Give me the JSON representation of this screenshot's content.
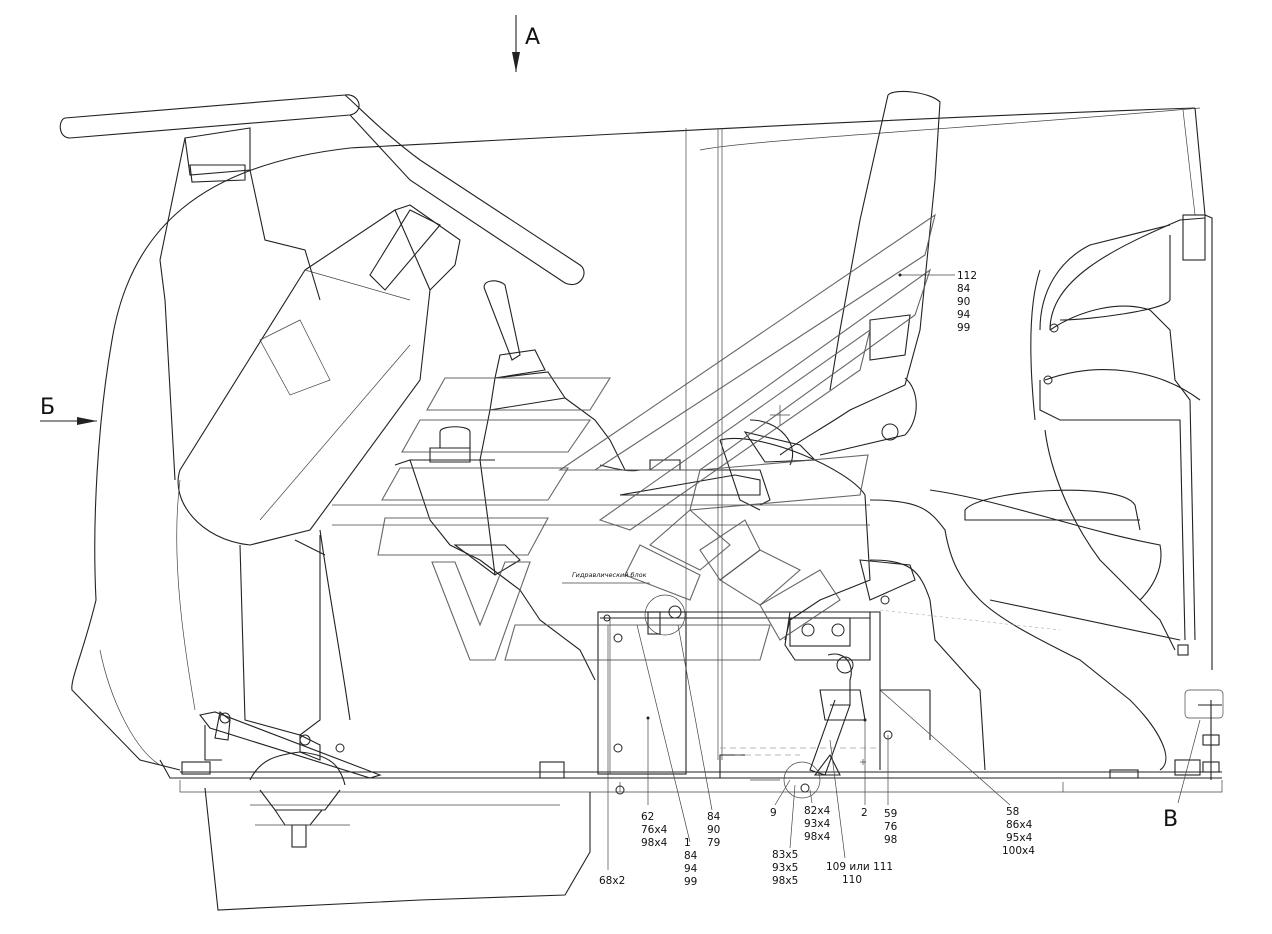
{
  "view_labels": {
    "a": "А",
    "b": "Б",
    "v": "В"
  },
  "annotations": {
    "hydro_block": "Гидравлический блок"
  },
  "callouts": {
    "c112": [
      "112",
      "84",
      "90",
      "94",
      "99"
    ],
    "c62": [
      "62",
      "76x4",
      "98x4"
    ],
    "c68": [
      "68x2"
    ],
    "c1": [
      "1",
      "84",
      "94",
      "99"
    ],
    "c84": [
      "84",
      "90",
      "79"
    ],
    "c9": [
      "9"
    ],
    "c83": [
      "83x5",
      "93x5",
      "98x5"
    ],
    "c82": [
      "82x4",
      "93x4",
      "98x4"
    ],
    "c109": [
      "109 или 111",
      "110"
    ],
    "c2": [
      "2"
    ],
    "c59": [
      "59",
      "76",
      "98"
    ],
    "c58": [
      "58",
      "86x4",
      "95x4",
      "100x4"
    ]
  }
}
